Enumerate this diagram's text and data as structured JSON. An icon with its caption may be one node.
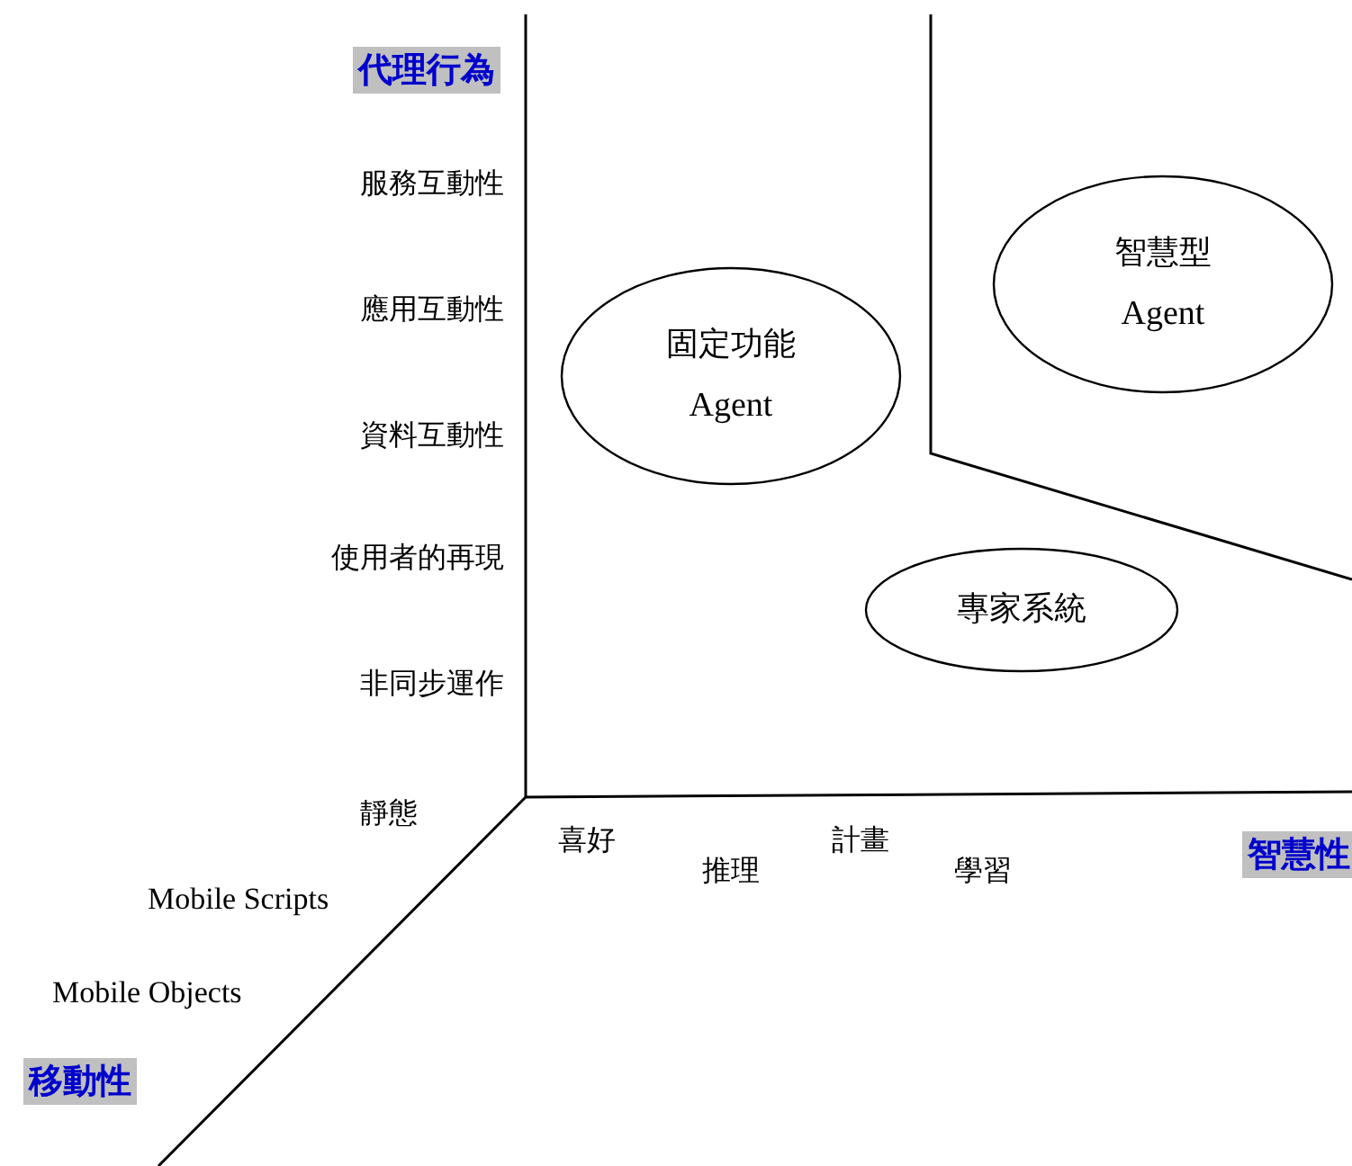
{
  "diagram": {
    "nodes": [
      {
        "text": [
          "固定功能",
          "Agent"
        ]
      },
      {
        "text": [
          "智慧型",
          "Agent"
        ]
      },
      {
        "text": [
          "專家系統"
        ]
      }
    ],
    "labels": [
      "代理行為",
      "服務互動性",
      "應用互動性",
      "資料互動性",
      "使用者的再現",
      "非同步運作",
      "靜態",
      "喜好",
      "計畫",
      "智慧性",
      "推理",
      "學習",
      "Mobile Scripts",
      "Mobile Objects",
      "移動性"
    ]
  }
}
